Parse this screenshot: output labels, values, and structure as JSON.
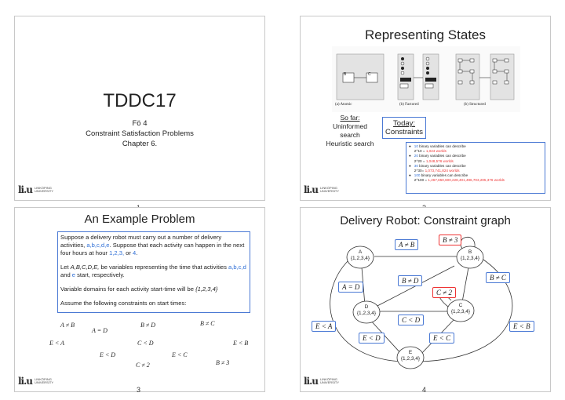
{
  "slides": {
    "s1": {
      "number": "1",
      "title": "TDDC17",
      "lines": [
        "Fö 4",
        "Constraint Satisfaction Problems",
        "Chapter 6."
      ],
      "logo_mark": "li.u",
      "logo_text": "LINKÖPING UNIVERSITY"
    },
    "s2": {
      "number": "2",
      "title": "Representing States",
      "figure_labels": {
        "a": "(a) Atomic",
        "b": "(b) Factored",
        "c": "(b) Structured",
        "atomic_b": "B",
        "atomic_c": "C"
      },
      "so_far_label": "So far:",
      "so_far_items": [
        "Uninformed search",
        "Heuristic search"
      ],
      "today_label": "Today:",
      "today_item": "Constraints",
      "bullets": [
        {
          "count": "10",
          "text": " binary variables can describe",
          "formula": "2^10 = ",
          "worlds": "1,024 worlds"
        },
        {
          "count": "20",
          "text": " binary variables can describe",
          "formula": "2^20 = ",
          "worlds": "1,048,576 worlds"
        },
        {
          "count": "30",
          "text": " binary variables can describe",
          "formula": "2^30= ",
          "worlds": "1,073,741,824 worlds"
        },
        {
          "count": "100",
          "text": " binary variables can describe",
          "formula": "2^100 = ",
          "worlds": "1,267,650,600,228,401,496,703,205,376 worlds"
        }
      ],
      "logo_mark": "li.u",
      "logo_text": "LINKÖPING UNIVERSITY"
    },
    "s3": {
      "number": "3",
      "title": "An Example Problem",
      "p1_a": "Suppose a delivery robot must carry out a number of delivery activities, ",
      "p1_vars": "a,b,c,d,e",
      "p1_b": ". Suppose that each activity can happen in the next four hours at hour ",
      "p1_hours": "1,2,3,",
      "p1_or": " or ",
      "p1_four": "4",
      "p1_end": ".",
      "p2_a": "Let ",
      "p2_vars": "A,B,C,D,E,",
      "p2_b": " be variables representing the time that activities ",
      "p2_acts": "a,b,c,d",
      "p2_and": " and ",
      "p2_e": "e",
      "p2_c": " start, respectively.",
      "p3_a": "Variable domains for each activity start-time will be ",
      "p3_dom": "{1,2,3,4}",
      "p4": "Assume the following constraints on start times:",
      "constraints": [
        "A ≠ B",
        "B ≠ D",
        "B ≠ C",
        "A = D",
        "E < A",
        "C < D",
        "E < B",
        "E < D",
        "E < C",
        "B ≠ 3",
        "C ≠ 2"
      ],
      "logo_mark": "li.u",
      "logo_text": "LINKÖPING UNIVERSITY"
    },
    "s4": {
      "number": "4",
      "title": "Delivery Robot: Constraint graph",
      "nodes": [
        {
          "name": "A",
          "domain": "{1,2,3,4}"
        },
        {
          "name": "B",
          "domain": "{1,2,3,4}"
        },
        {
          "name": "D",
          "domain": "{1,2,3,4}"
        },
        {
          "name": "C",
          "domain": "{1,2,3,4}"
        },
        {
          "name": "E",
          "domain": "{1,2,3,4}"
        }
      ],
      "constraints": {
        "b_ne_3": "B ≠ 3",
        "a_ne_b": "A ≠ B",
        "b_ne_c": "B ≠ C",
        "b_ne_d": "B ≠ D",
        "a_eq_d": "A = D",
        "c_ne_2": "C ≠ 2",
        "c_lt_d": "C < D",
        "e_lt_a": "E < A",
        "e_lt_b": "E < B",
        "e_lt_d": "E < D",
        "e_lt_c": "E < C"
      },
      "logo_mark": "li.u",
      "logo_text": "LINKÖPING UNIVERSITY"
    }
  },
  "colors": {
    "accent_blue": "#2f6fd6",
    "accent_red": "#e33333",
    "border": "#4a79d4"
  }
}
